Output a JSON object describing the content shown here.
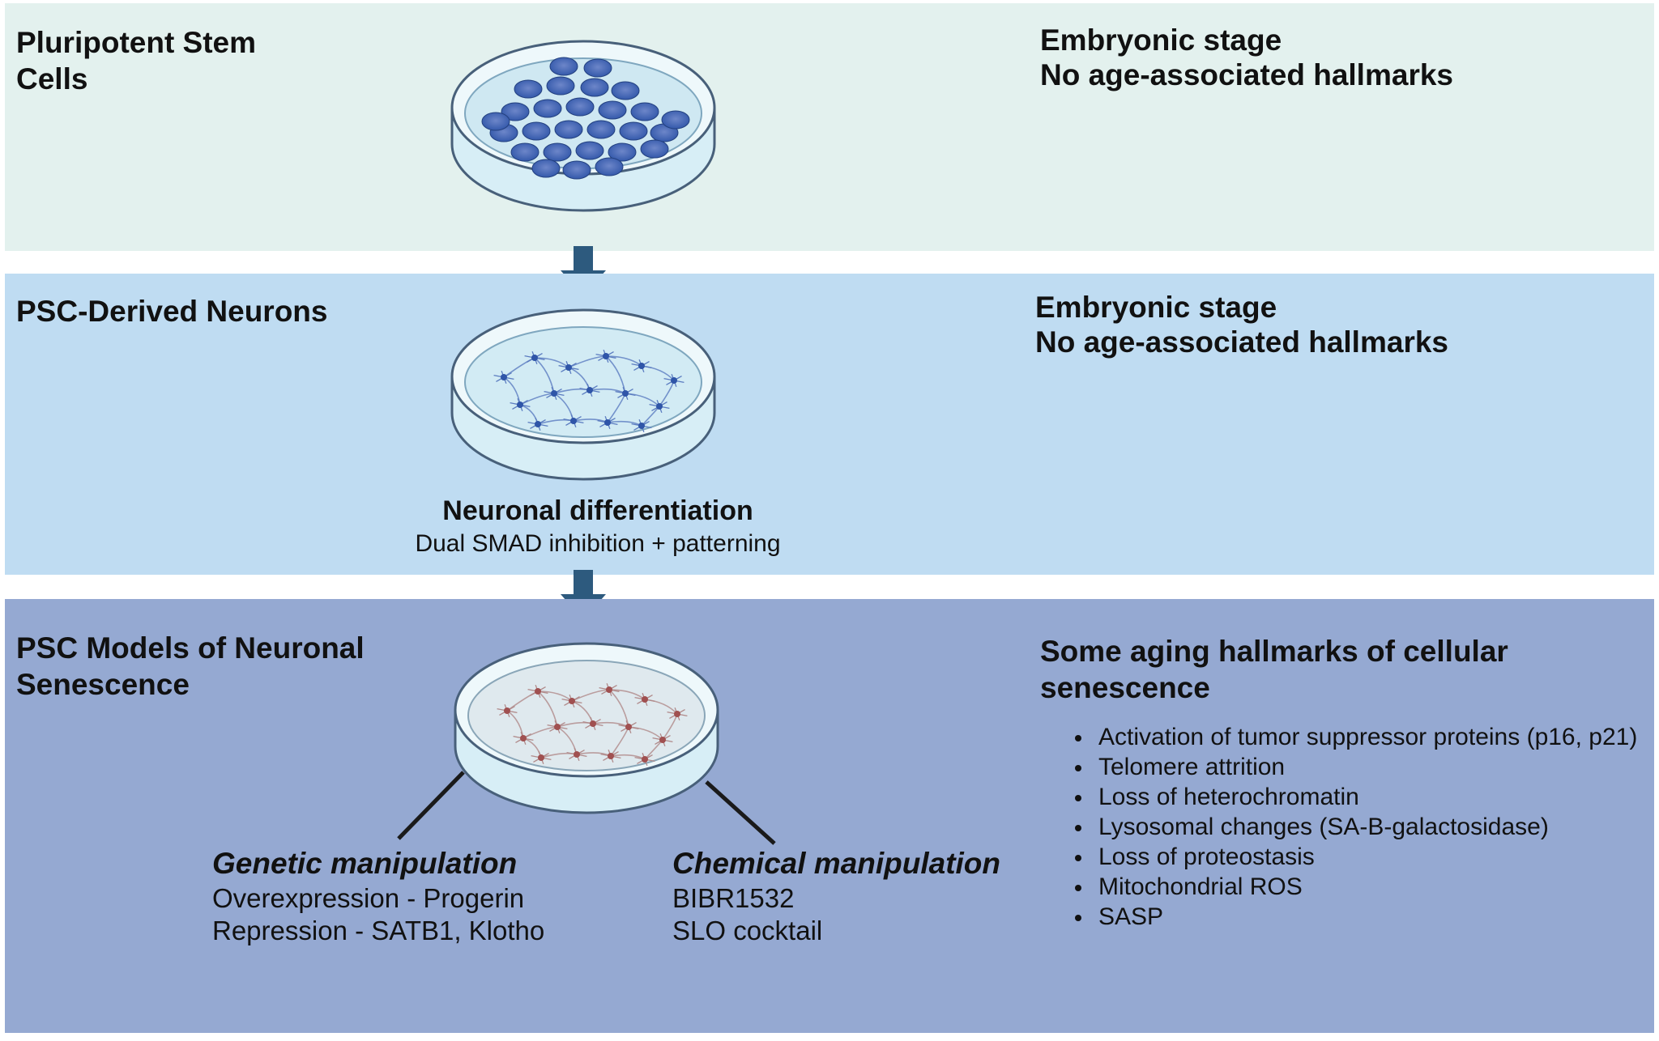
{
  "stages": [
    {
      "title": "Pluripotent Stem\nCells",
      "note_lines": [
        "Embryonic stage",
        "No age-associated hallmarks"
      ]
    },
    {
      "title": "PSC-Derived Neurons",
      "note_lines": [
        "Embryonic stage",
        "No age-associated hallmarks"
      ],
      "step_title": "Neuronal differentiation",
      "step_detail": "Dual SMAD inhibition + patterning"
    },
    {
      "title": "PSC Models of Neuronal\nSenescence",
      "hallmarks_title_lines": [
        "Some aging hallmarks of cellular",
        "senescence"
      ],
      "hallmarks": [
        "Activation of tumor suppressor proteins (p16, p21)",
        "Telomere attrition",
        "Loss of heterochromatin",
        "Lysosomal changes (SA-B-galactosidase)",
        "Loss of proteostasis",
        "Mitochondrial ROS",
        "SASP"
      ],
      "methods": [
        {
          "title": "Genetic manipulation",
          "lines": [
            "Overexpression - Progerin",
            "Repression - SATB1, Klotho"
          ]
        },
        {
          "title": "Chemical manipulation",
          "lines": [
            "BIBR1532",
            "SLO cocktail"
          ]
        }
      ]
    }
  ],
  "colors": {
    "panel_1": "#e3f1ee",
    "panel_2": "#bfdcf2",
    "panel_3": "#95a9d2",
    "arrow": "#2d5a7e",
    "stem_cell": "#2f55a8",
    "neuron_healthy": "#5b7cc0",
    "neuron_senescent": "#b07a7a"
  }
}
